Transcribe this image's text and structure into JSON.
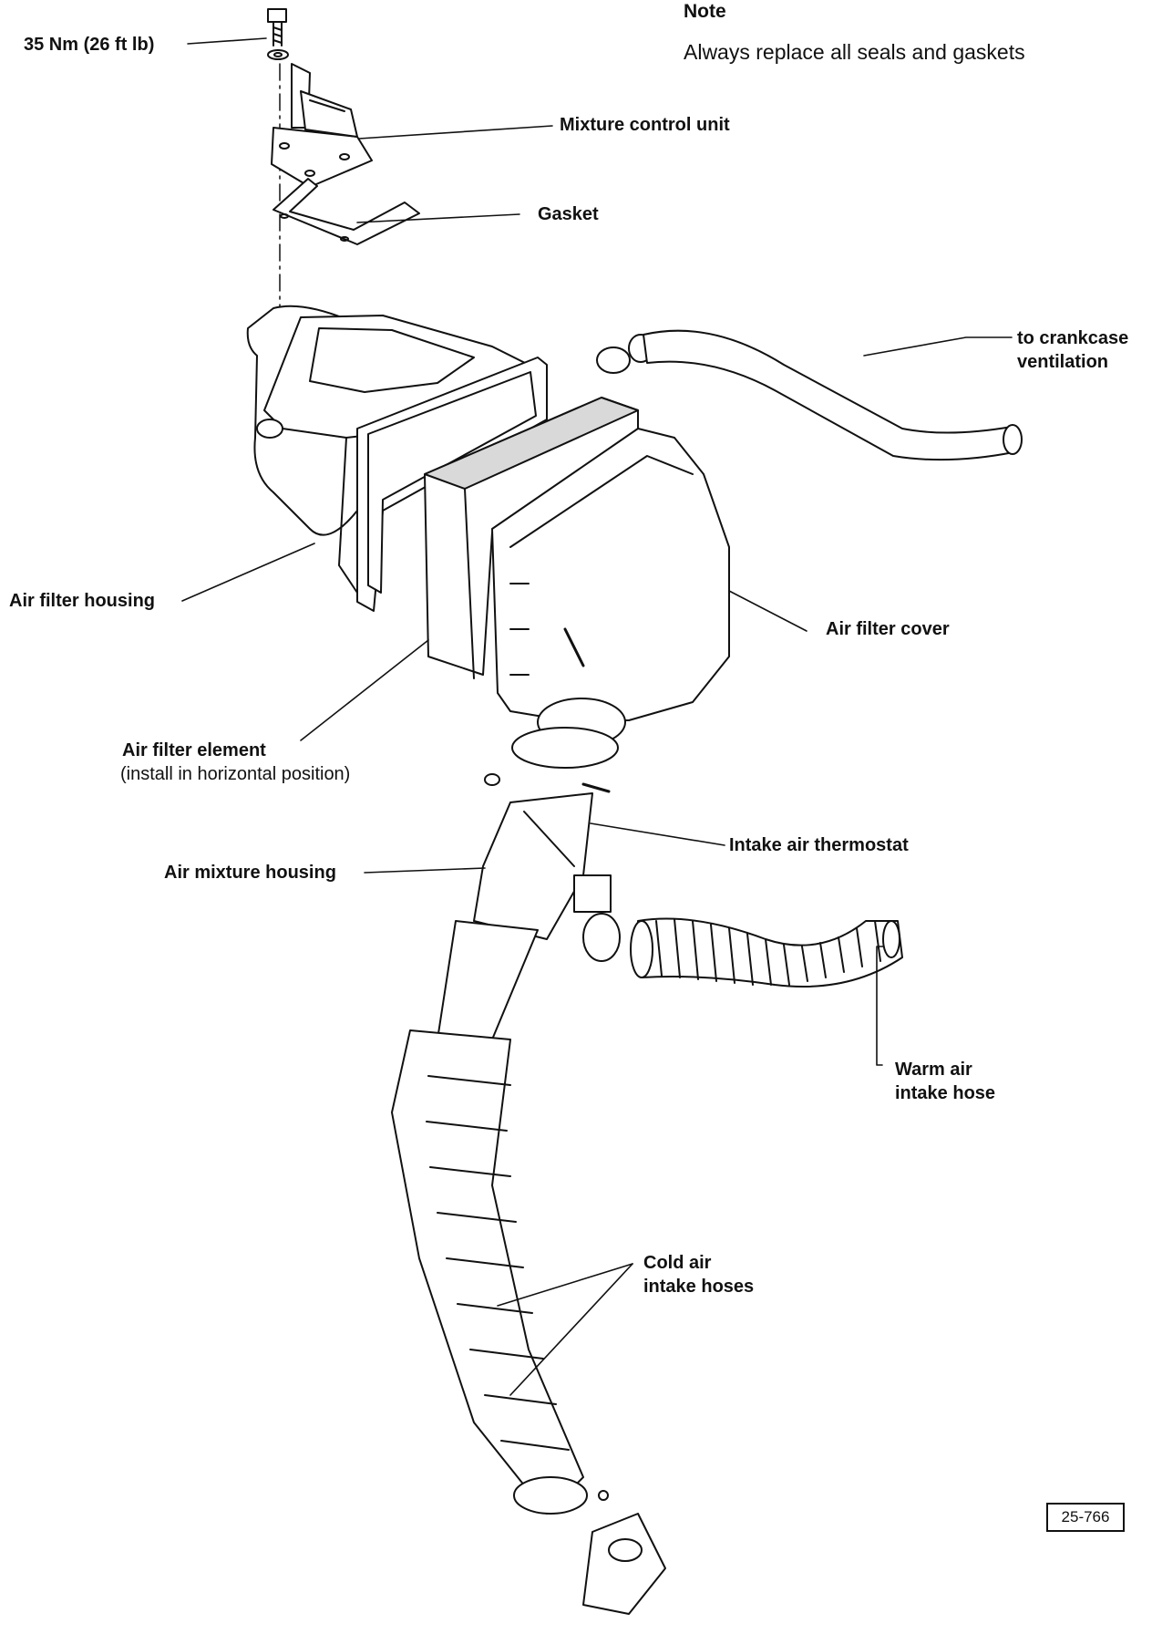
{
  "note": {
    "heading": "Note",
    "text": "Always replace all seals and gaskets"
  },
  "labels": {
    "torque": "35 Nm (26 ft lb)",
    "mixture_control_unit": "Mixture control unit",
    "gasket": "Gasket",
    "crankcase_line1": "to crankcase",
    "crankcase_line2": "ventilation",
    "air_filter_housing": "Air filter housing",
    "air_filter_cover": "Air filter cover",
    "air_filter_element": "Air filter element",
    "air_filter_element_note": "(install in horizontal position)",
    "intake_air_thermostat": "Intake air thermostat",
    "air_mixture_housing": "Air mixture housing",
    "warm_air_line1": "Warm air",
    "warm_air_line2": "intake hose",
    "cold_air_line1": "Cold air",
    "cold_air_line2": "intake hoses"
  },
  "figure_number": "25-766",
  "colors": {
    "ink": "#111111",
    "paper": "#ffffff",
    "shade": "#d9d9d9"
  }
}
